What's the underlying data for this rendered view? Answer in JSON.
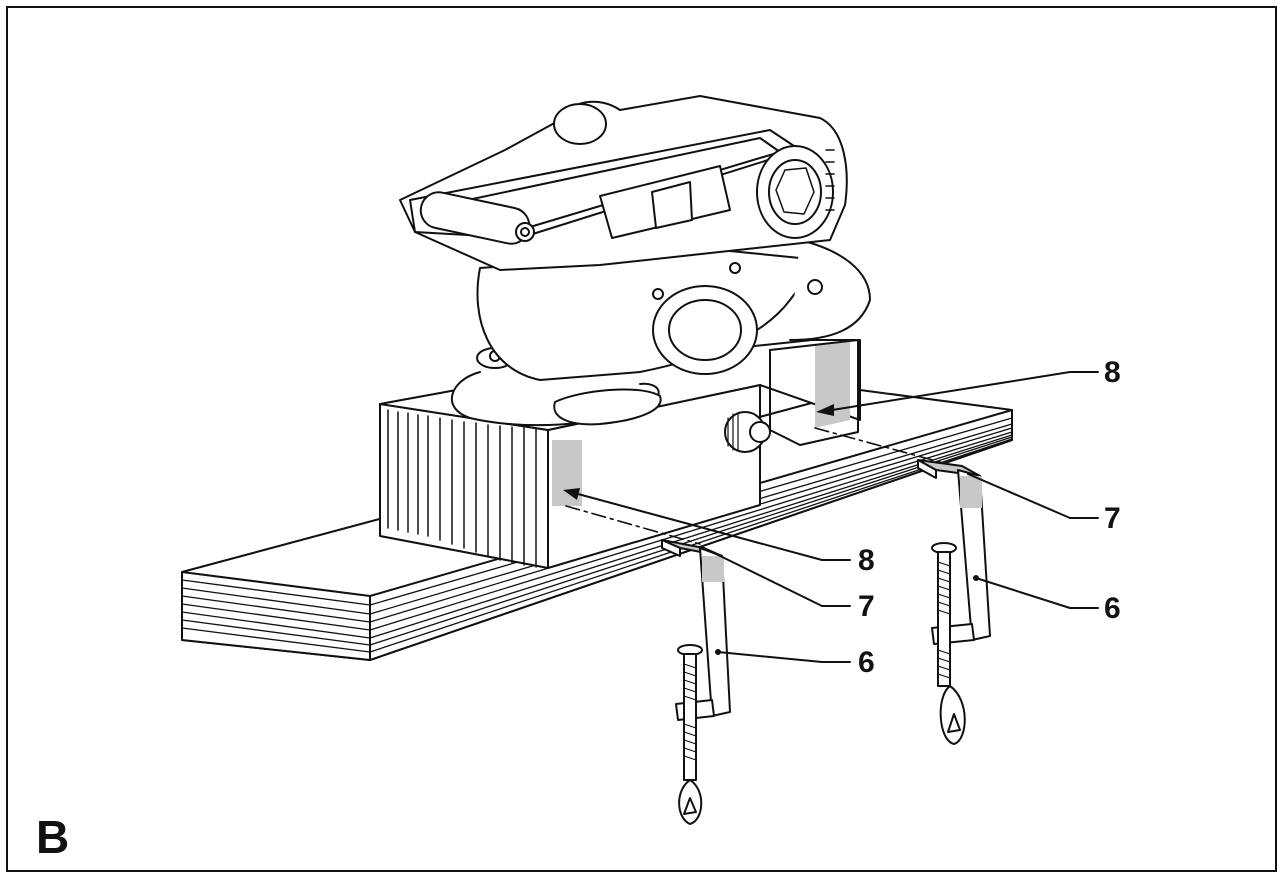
{
  "figure": {
    "letter": "B"
  },
  "callouts": {
    "label_8_top": "8",
    "label_8_bottom": "8",
    "label_7_right": "7",
    "label_7_left": "7",
    "label_6_right": "6",
    "label_6_left": "6"
  },
  "colors": {
    "line": "#111111",
    "highlight": "#c8c8c8",
    "background": "#ffffff"
  }
}
